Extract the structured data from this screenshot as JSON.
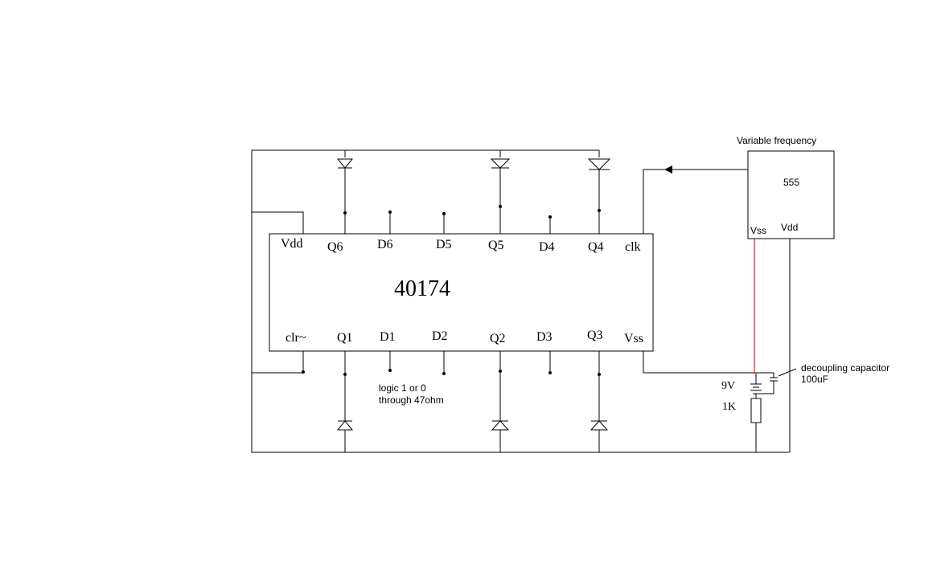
{
  "chip": {
    "part_number": "40174",
    "top_pins": {
      "vdd": "Vdd",
      "q6": "Q6",
      "d6": "D6",
      "d5": "D5",
      "q5": "Q5",
      "d4": "D4",
      "q4": "Q4",
      "clk": "clk"
    },
    "bottom_pins": {
      "clr": "clr~",
      "q1": "Q1",
      "d1": "D1",
      "d2": "D2",
      "q2": "Q2",
      "d3": "D3",
      "q3": "Q3",
      "vss": "Vss"
    }
  },
  "timer": {
    "title": "Variable frequency",
    "part_number": "555",
    "vss": "Vss",
    "vdd": "Vdd"
  },
  "power": {
    "battery": "9V",
    "resistor": "1K",
    "capacitor_label": "decoupling capacitor",
    "capacitor_value": "100uF"
  },
  "note": {
    "line1": "logic 1 or 0",
    "line2": "through 47ohm"
  },
  "colors": {
    "wire": "#000000",
    "supply_wire": "#d00000"
  }
}
